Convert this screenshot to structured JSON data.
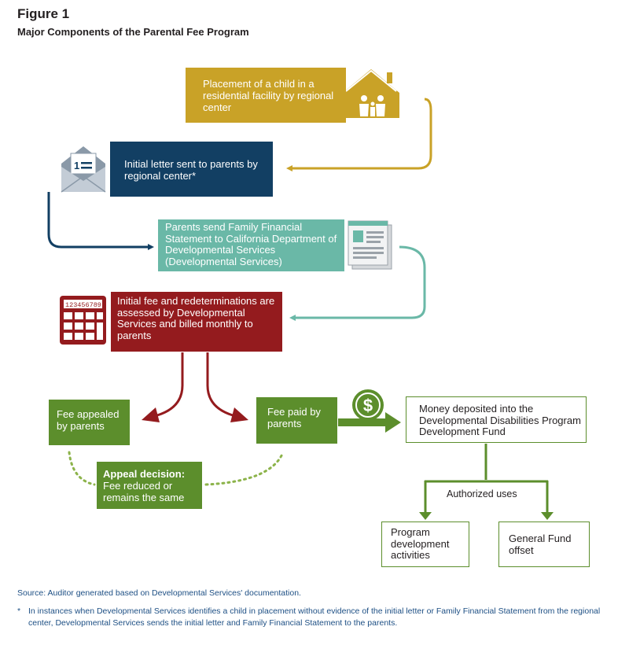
{
  "figure_label": "Figure 1",
  "figure_title": "Major Components of the Parental Fee Program",
  "steps": {
    "placement": "Placement of a child in a residential facility by regional center",
    "initial_letter": "Initial letter sent to parents by regional center*",
    "financial_statement": "Parents send Family Financial Statement to California Department of Developmental Services (Developmental Services)",
    "fee_assessed": "Initial fee and redeterminations are assessed by Developmental Services and billed monthly to parents",
    "fee_appealed": "Fee appealed by parents",
    "fee_paid": "Fee paid by parents",
    "appeal_decision_title": "Appeal decision:",
    "appeal_decision_text": "Fee reduced or remains the same",
    "money_deposited": "Money deposited into the Developmental Disabilities Program Development Fund",
    "authorized_uses": "Authorized uses",
    "program_development": "Program development activities",
    "general_fund": "General Fund offset"
  },
  "icons": {
    "house": "house-family-icon",
    "envelope": "envelope-letter-icon",
    "document": "document-form-icon",
    "calculator": "calculator-icon",
    "dollar": "dollar-coin-icon",
    "calculator_display": "123456789"
  },
  "colors": {
    "gold": "#c9a227",
    "navy": "#123f63",
    "teal": "#6ab8a7",
    "red": "#941b1e",
    "green": "#5c8e2c",
    "source_text": "#1d4f84"
  },
  "source": "Source:  Auditor generated based on Developmental Services' documentation.",
  "footnote_mark": "*",
  "footnote": "In instances when Developmental Services identifies a child in placement without evidence of the initial letter or Family Financial Statement from the regional center, Developmental Services sends the initial letter and Family Financial Statement to the parents."
}
